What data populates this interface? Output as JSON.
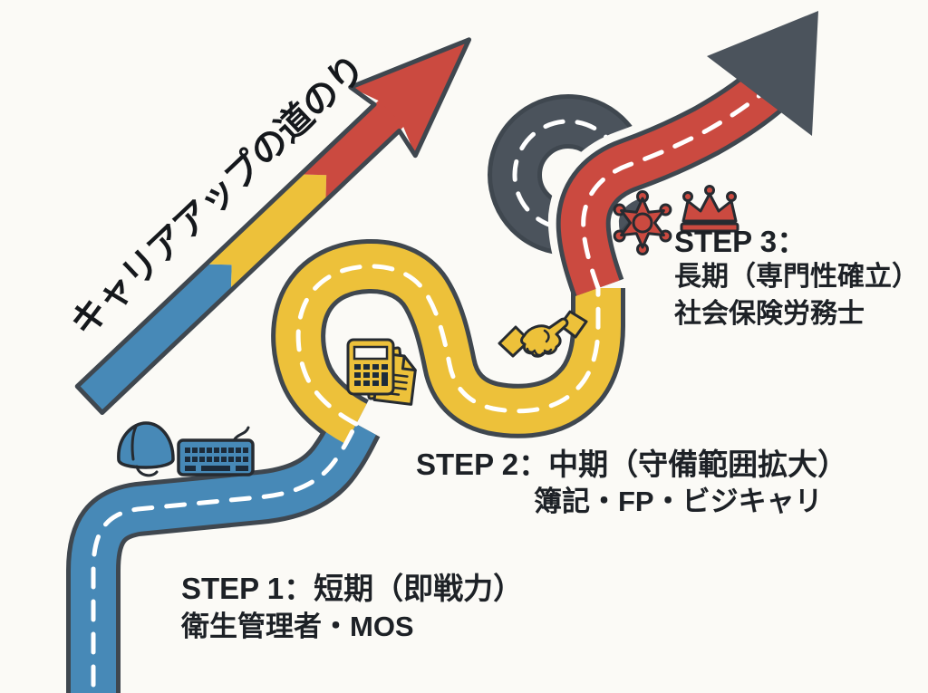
{
  "title": "キャリアアップの道のり",
  "colors": {
    "background": "#fbfaf6",
    "road_blue": "#4789b7",
    "road_yellow": "#edc13a",
    "road_red": "#cb4a40",
    "road_dark": "#4b535c",
    "road_casing": "#3f474f",
    "dash_white": "#ffffff",
    "outline_dark": "#262b31",
    "text_dark": "#1d2126"
  },
  "steps": [
    {
      "id": 1,
      "heading": "STEP 1：短期（即戦力）",
      "sub": "衛生管理者・MOS",
      "icons": [
        "safety-helmet-icon",
        "keyboard-icon"
      ]
    },
    {
      "id": 2,
      "heading": "STEP 2：中期（守備範囲拡大）",
      "sub": "簿記・FP・ビジキャリ",
      "icons": [
        "calculator-icon",
        "documents-icon",
        "handshake-icon"
      ]
    },
    {
      "id": 3,
      "heading": "STEP 3：",
      "line2": "長期（専門性確立）",
      "line3": "社会保険労務士",
      "icons": [
        "sheriff-badge-icon",
        "crown-icon"
      ]
    }
  ]
}
